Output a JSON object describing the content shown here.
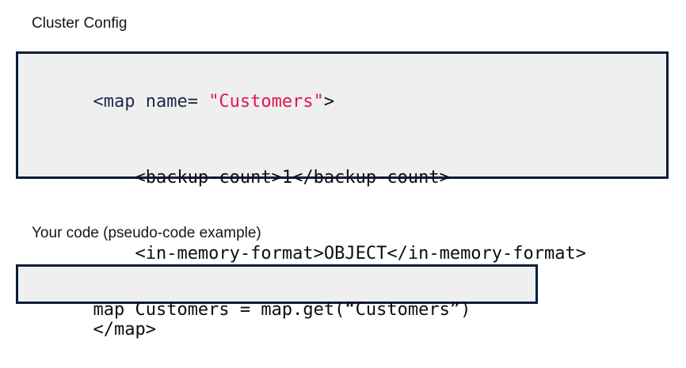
{
  "sections": [
    {
      "title": "Cluster Config",
      "code_lines": [
        {
          "id": "line-map-open",
          "tokens": [
            {
              "text": "<map name= ",
              "type": "tag"
            },
            {
              "text": "\"Customers\"",
              "type": "string"
            },
            {
              "text": ">",
              "type": "plain"
            }
          ]
        },
        {
          "id": "line-backup-count",
          "tokens": [
            {
              "text": "    <backup-count>1</backup-count>",
              "type": "plain"
            }
          ]
        },
        {
          "id": "line-in-memory-format",
          "tokens": [
            {
              "text": "    <in-memory-format>OBJECT</in-memory-format>",
              "type": "plain"
            }
          ]
        },
        {
          "id": "line-map-close",
          "tokens": [
            {
              "text": "</map>",
              "type": "plain"
            }
          ]
        }
      ]
    },
    {
      "title": "Your code (pseudo-code example)",
      "code_lines": [
        {
          "id": "line-map-get",
          "tokens": [
            {
              "text": "map Customers = map.get(“Customers”)",
              "type": "plain"
            }
          ]
        }
      ]
    }
  ],
  "colors": {
    "page_background": "#ffffff",
    "code_background": "#efefef",
    "code_border": "#0b1c3d",
    "text": "#161616",
    "code_tag": "#1b2a4a",
    "code_string": "#e0184f",
    "code_plain": "#0d0d0d"
  }
}
